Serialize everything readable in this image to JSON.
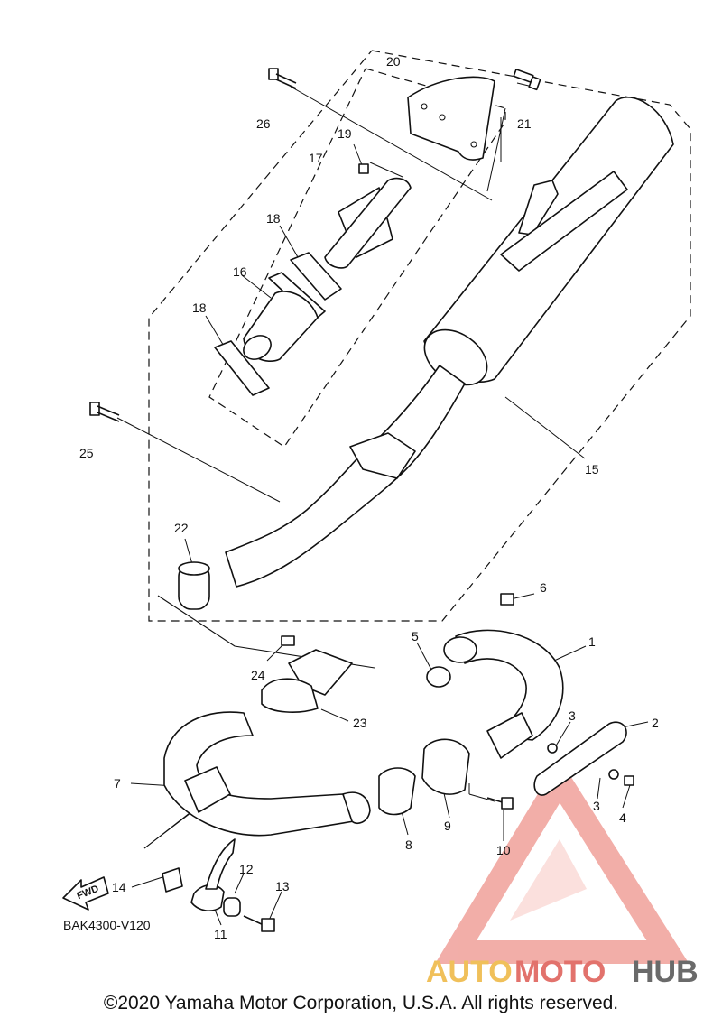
{
  "diagram": {
    "callouts": [
      {
        "id": "1",
        "label": "1"
      },
      {
        "id": "2",
        "label": "2"
      },
      {
        "id": "3a",
        "label": "3"
      },
      {
        "id": "3b",
        "label": "3"
      },
      {
        "id": "4",
        "label": "4"
      },
      {
        "id": "5",
        "label": "5"
      },
      {
        "id": "6",
        "label": "6"
      },
      {
        "id": "7",
        "label": "7"
      },
      {
        "id": "8",
        "label": "8"
      },
      {
        "id": "9",
        "label": "9"
      },
      {
        "id": "10",
        "label": "10"
      },
      {
        "id": "11",
        "label": "11"
      },
      {
        "id": "12",
        "label": "12"
      },
      {
        "id": "13",
        "label": "13"
      },
      {
        "id": "14",
        "label": "14"
      },
      {
        "id": "15",
        "label": "15"
      },
      {
        "id": "16",
        "label": "16"
      },
      {
        "id": "17",
        "label": "17"
      },
      {
        "id": "18a",
        "label": "18"
      },
      {
        "id": "18b",
        "label": "18"
      },
      {
        "id": "19",
        "label": "19"
      },
      {
        "id": "20",
        "label": "20"
      },
      {
        "id": "21",
        "label": "21"
      },
      {
        "id": "22",
        "label": "22"
      },
      {
        "id": "23",
        "label": "23"
      },
      {
        "id": "24",
        "label": "24"
      },
      {
        "id": "25",
        "label": "25"
      },
      {
        "id": "26",
        "label": "26"
      }
    ],
    "diagram_code": "BAK4300-V120",
    "fwd_label": "FWD",
    "watermark": {
      "part1": "AUTO",
      "part2": "MOTO",
      "part3": "HUB",
      "color_a": "#f0c05a",
      "color_b": "#e2726c",
      "color_c": "#6a6a6a"
    }
  },
  "copyright": "©2020 Yamaha Motor Corporation, U.S.A. All rights reserved."
}
